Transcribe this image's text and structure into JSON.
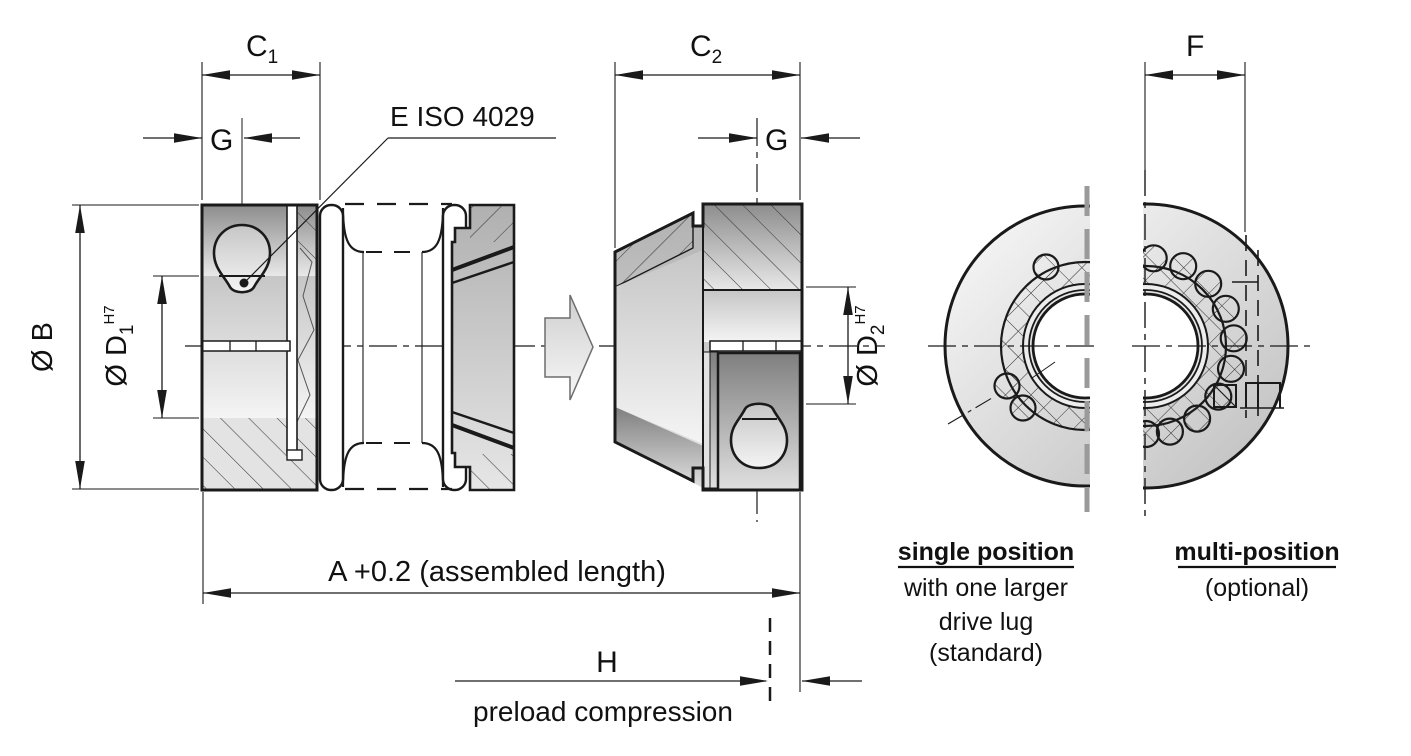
{
  "drawing": {
    "dimensions": {
      "c1": {
        "letter": "C",
        "sub": "1"
      },
      "c2": {
        "letter": "C",
        "sub": "2"
      },
      "g": "G",
      "f": "F",
      "dia_b": "Ø B",
      "dia_d1": {
        "prefix": "Ø D",
        "sub": "1",
        "sup": "H7"
      },
      "dia_d2": {
        "prefix": "Ø D",
        "sub": "2",
        "sup": "H7"
      },
      "set_screw_note": "E ISO  4029",
      "assembled_length": "A +0.2 (assembled length)",
      "h": "H",
      "h_note": "preload compression"
    },
    "captions": {
      "single_position": {
        "title": "single position",
        "line1": "with one larger",
        "line2": "drive lug",
        "line3": "(standard)"
      },
      "multi_position": {
        "title": "multi-position",
        "line1": "(optional)"
      }
    },
    "colors": {
      "line": "#1a1a1a",
      "break_line": "#9a9a9a",
      "metal_dark": "#8f8f8f",
      "metal_light": "#f2f2f2"
    }
  }
}
